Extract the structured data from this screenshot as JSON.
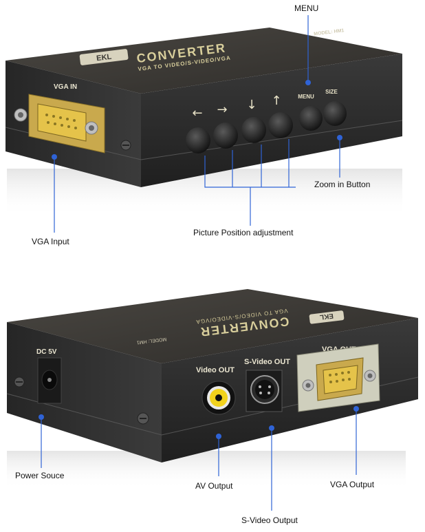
{
  "callouts": {
    "menu": "MENU",
    "zoom": "Zoom in Button",
    "picture_position": "Picture Position adjustment",
    "vga_input": "VGA Input",
    "power": "Power Souce",
    "av_output": "AV Output",
    "svideo_output": "S-Video Output",
    "vga_output": "VGA Output"
  },
  "top_device": {
    "brand": "EKL",
    "title": "CONVERTER",
    "subtitle": "VGA TO VIDEO/S-VIDEO/VGA",
    "model": "MODEL: HM1",
    "port_label": "VGA IN",
    "buttons": [
      "←",
      "→",
      "↓",
      "↑",
      "MENU",
      "SIZE"
    ]
  },
  "bottom_device": {
    "brand": "EKL",
    "title": "CONVERTER",
    "subtitle": "VGA TO VIDEO/S-VIDEO/VGA",
    "model": "MODEL: HM1",
    "dc_label": "DC 5V",
    "video_out_label": "Video OUT",
    "svideo_out_label": "S-Video OUT",
    "vga_out_label": "VGA OUT"
  },
  "colors": {
    "annotation_blue": "#2f63d6",
    "device_body": "#2b2b2b",
    "device_top": "#3a3834",
    "gold": "#c8a24a"
  }
}
